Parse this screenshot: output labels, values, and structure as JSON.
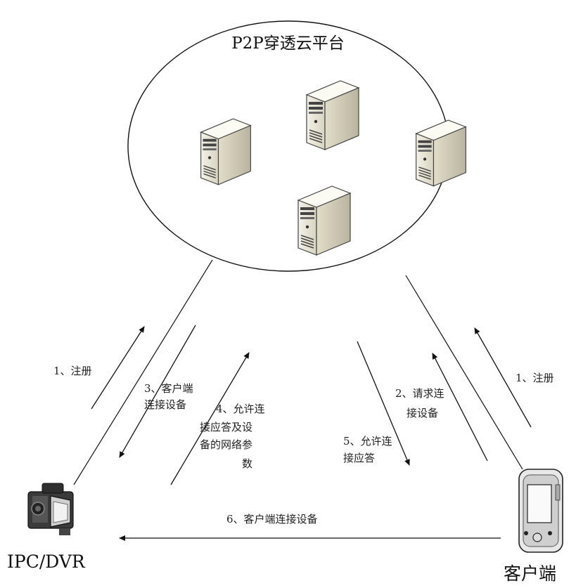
{
  "cloud": {
    "title": "P2P穿透云平台"
  },
  "nodes": {
    "device": "IPC/DVR",
    "client": "客户端"
  },
  "steps": {
    "s1_left": "1、注册",
    "s1_right": "1、注册",
    "s2": [
      "2、请求连",
      "接设备"
    ],
    "s3": [
      "3、客户端",
      "连接设备"
    ],
    "s4": [
      "4、允许连",
      "接应答及设",
      "备的网络参",
      "数"
    ],
    "s5": [
      "5、允许连",
      "接应答"
    ],
    "s6": "6、客户端连接设备"
  },
  "icons": [
    "server-icon",
    "server-icon",
    "server-icon",
    "server-icon",
    "camera-icon",
    "mobile-phone-icon"
  ]
}
